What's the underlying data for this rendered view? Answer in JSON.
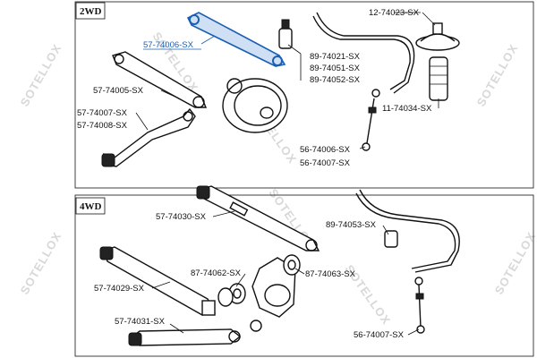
{
  "sections": {
    "top": "2WD",
    "bottom": "4WD"
  },
  "watermark": "SOTELLOX",
  "highlight_color": "#1a5fb4",
  "labels": {
    "p57_74006": "57-74006-SX",
    "p57_74005": "57-74005-SX",
    "p57_74007": "57-74007-SX",
    "p57_74008": "57-74008-SX",
    "p89_74021": "89-74021-SX",
    "p89_74051": "89-74051-SX",
    "p89_74052": "89-74052-SX",
    "p12_74023": "12-74023-SX",
    "p11_74034": "11-74034-SX",
    "p56_74006": "56-74006-SX",
    "p56_74007": "56-74007-SX",
    "p57_74030": "57-74030-SX",
    "p89_74053": "89-74053-SX",
    "p87_74062": "87-74062-SX",
    "p87_74063": "87-74063-SX",
    "p57_74029": "57-74029-SX",
    "p57_74031": "57-74031-SX",
    "p56_74007b": "56-74007-SX"
  }
}
